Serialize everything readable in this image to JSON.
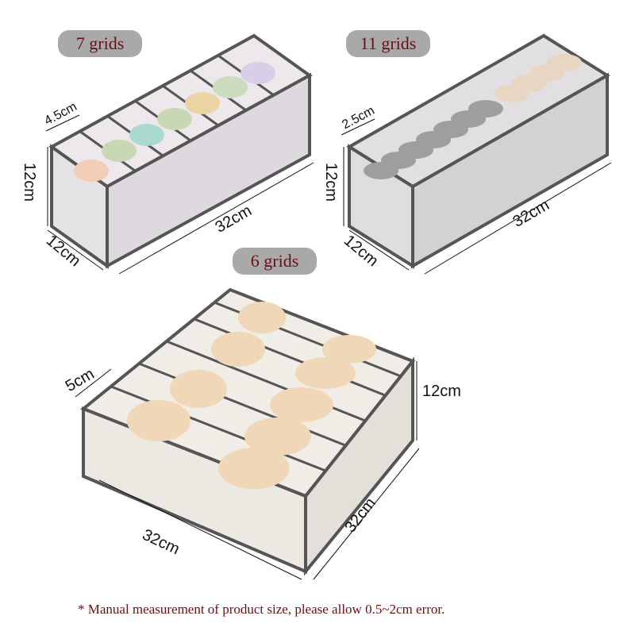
{
  "products": [
    {
      "id": "box-7",
      "label": "7 grids",
      "dimensions": {
        "cell_width": "4.5cm",
        "height": "12cm",
        "depth": "12cm",
        "length": "32cm"
      }
    },
    {
      "id": "box-11",
      "label": "11 grids",
      "dimensions": {
        "cell_width": "2.5cm",
        "height": "12cm",
        "depth": "12cm",
        "length": "32cm"
      }
    },
    {
      "id": "box-6",
      "label": "6 grids",
      "dimensions": {
        "cell_width": "5cm",
        "height": "12cm",
        "length": "32cm",
        "width": "32cm"
      }
    }
  ],
  "footnote": "* Manual measurement of product size, please allow 0.5~2cm error.",
  "colors": {
    "badge_bg": "#a9a9a9",
    "badge_text": "#6b0f12",
    "frame": "#4a4a4a",
    "mesh": "#e6e3e6"
  }
}
